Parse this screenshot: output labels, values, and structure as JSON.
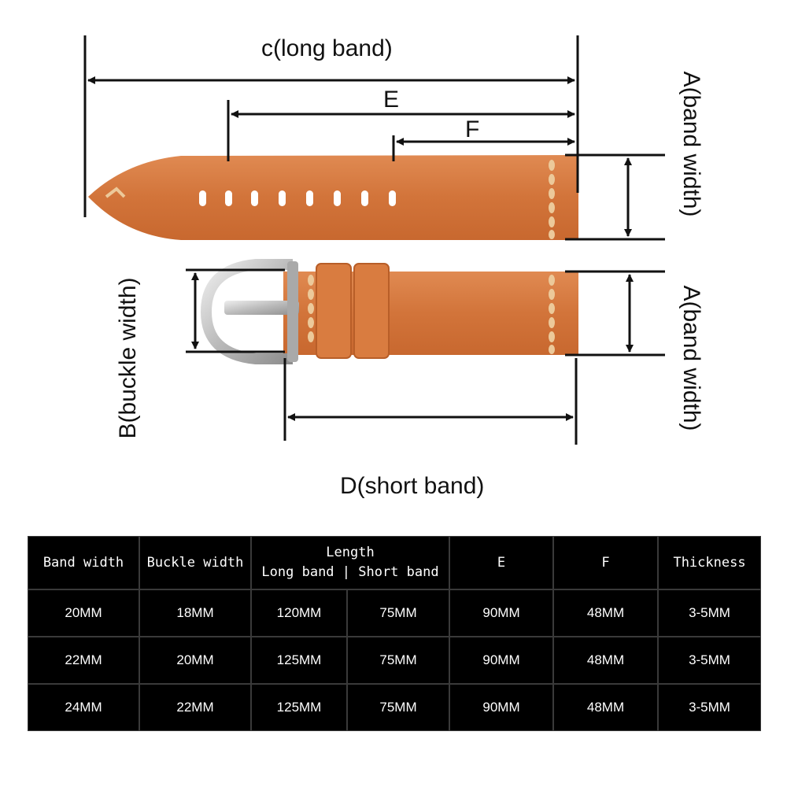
{
  "diagram": {
    "label_c": "c(long band)",
    "label_e": "E",
    "label_f": "F",
    "label_a_top": "A(band width)",
    "label_a_bottom": "A(band width)",
    "label_b": "B(buckle width)",
    "label_d": "D(short band)"
  },
  "colors": {
    "leather": "#d2743a",
    "leather_light": "#e08a52",
    "stitch": "#ecc99a",
    "buckle": "#c9c9c9",
    "table_bg": "#000000",
    "table_text": "#ffffff"
  },
  "table": {
    "headers": {
      "band_width": "Band width",
      "buckle_width": "Buckle width",
      "length": "Length",
      "length_sub": "Long band | Short band",
      "e": "E",
      "f": "F",
      "thickness": "Thickness"
    },
    "rows": [
      {
        "band": "20MM",
        "buckle": "18MM",
        "long": "120MM",
        "short": "75MM",
        "e": "90MM",
        "f": "48MM",
        "thickness": "3-5MM"
      },
      {
        "band": "22MM",
        "buckle": "20MM",
        "long": "125MM",
        "short": "75MM",
        "e": "90MM",
        "f": "48MM",
        "thickness": "3-5MM"
      },
      {
        "band": "24MM",
        "buckle": "22MM",
        "long": "125MM",
        "short": "75MM",
        "e": "90MM",
        "f": "48MM",
        "thickness": "3-5MM"
      }
    ]
  }
}
